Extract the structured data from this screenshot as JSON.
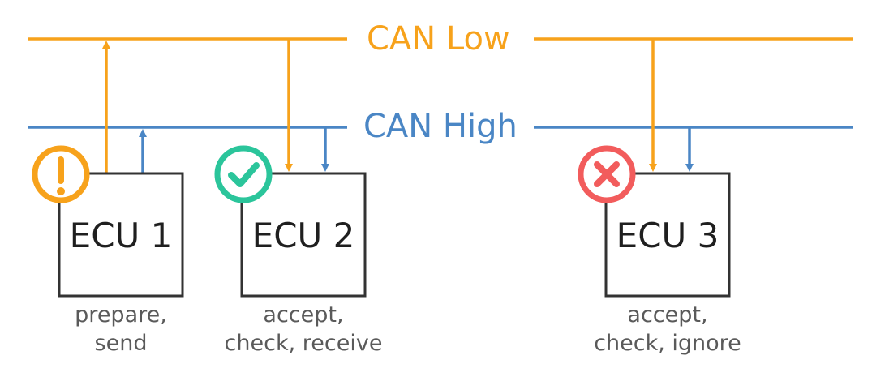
{
  "colors": {
    "can_low": "#F7A21B",
    "can_high": "#4A86C5",
    "box_border": "#333333",
    "warning": "#F7A21B",
    "ok": "#2BC59B",
    "error": "#F25C5C"
  },
  "bus": {
    "low_label": "CAN Low",
    "high_label": "CAN High"
  },
  "ecus": [
    {
      "label": "ECU 1",
      "status_icon": "warning-icon",
      "caption_line1": "prepare,",
      "caption_line2": "send"
    },
    {
      "label": "ECU 2",
      "status_icon": "check-icon",
      "caption_line1": "accept,",
      "caption_line2": "check, receive"
    },
    {
      "label": "ECU 3",
      "status_icon": "cross-icon",
      "caption_line1": "accept,",
      "caption_line2": "check, ignore"
    }
  ]
}
